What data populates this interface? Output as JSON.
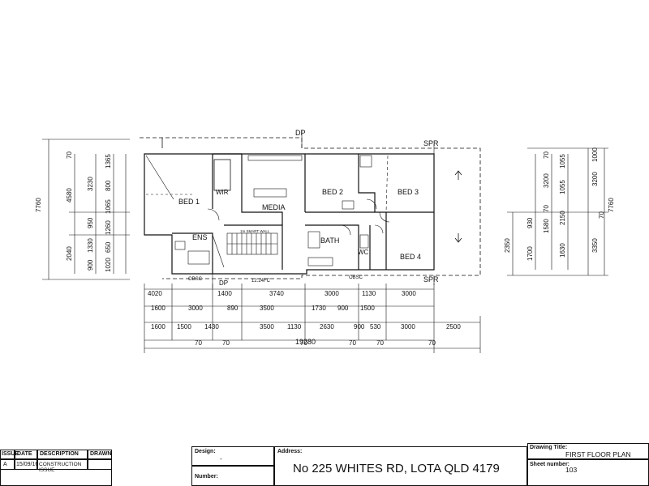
{
  "plan": {
    "markers": {
      "dp_top": "DP",
      "spr_top": "SPR",
      "dp_bottom": "DP",
      "spr_bottom": "SPR",
      "obsc_a": "OBSC",
      "obsc_b": "OBSC"
    },
    "rooms": {
      "bed1": "BED 1",
      "wir": "WIR",
      "media": "MEDIA",
      "bed2": "BED 2",
      "bed3": "BED 3",
      "bed4": "BED 4",
      "ens": "ENS",
      "bath": "BATH",
      "wc": "WC"
    },
    "notes": {
      "void": "12.24FC",
      "stair_wall": "1m SMART WALL"
    },
    "dims_top_row": [
      "4020",
      "1400",
      "3740",
      "3000",
      "1130",
      "3000"
    ],
    "dims_mid_row": [
      "1600",
      "3000",
      "890",
      "3500",
      "1730",
      "900",
      "1500"
    ],
    "dims_low_row": [
      "1600",
      "1500",
      "1430",
      "3500",
      "1130",
      "2630",
      "900",
      "530",
      "3000",
      "2500"
    ],
    "dims_seventy": [
      "70",
      "70",
      "70",
      "70",
      "70",
      "70"
    ],
    "dim_total": "19280",
    "left_dims_outer": [
      "7760"
    ],
    "left_dims_a": [
      "4580",
      "2040"
    ],
    "left_dims_b": [
      "3230",
      "1330",
      "900"
    ],
    "left_dims_c": [
      "1365",
      "800",
      "1065",
      "1260",
      "650",
      "1020"
    ],
    "left_dims_d": [
      "950",
      "70"
    ],
    "right_dims_outer": [
      "7760"
    ],
    "right_dims_a": [
      "3200",
      "3350"
    ],
    "right_dims_b": [
      "1055",
      "2150",
      "1630"
    ],
    "right_dims_c": [
      "1000",
      "1055",
      "3200"
    ],
    "right_dims_d": [
      "2350",
      "1700",
      "1580",
      "930",
      "70"
    ],
    "right_dims_e": [
      "70",
      "70"
    ]
  },
  "title_block": {
    "headers": {
      "issue": "ISSUE",
      "date": "DATE",
      "description": "DESCRIPTION",
      "drawn": "DRAWN"
    },
    "row": {
      "issue": "A",
      "date": "15/09/16",
      "description": "CONSTRUCTION ISSUE",
      "drawn": ""
    },
    "design_label": "Design:",
    "design_value": "-",
    "number_label": "Number:",
    "address_label": "Address:",
    "address_value": "No 225 WHITES RD, LOTA QLD 4179",
    "drawing_title_label": "Drawing Title:",
    "drawing_title_value": "FIRST FLOOR PLAN",
    "sheet_number_label": "Sheet number:",
    "sheet_number_value": "103"
  }
}
